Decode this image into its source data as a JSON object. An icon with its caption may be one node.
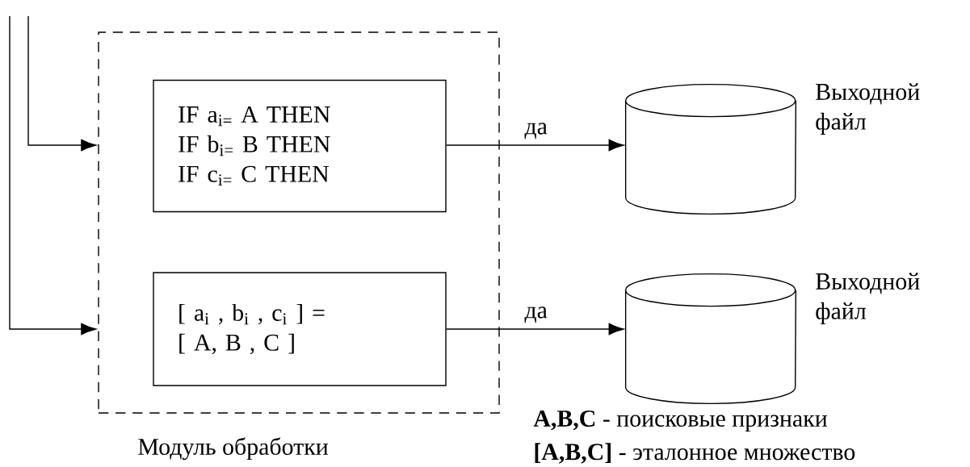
{
  "diagram": {
    "nodes": [
      {
        "text": [
          "Модуль обработки"
        ]
      },
      {
        "text": [
          "IF a$_{i=}$ A THEN",
          "IF b$_{i=}$ B THEN",
          "IF c$_{i=}$ C THEN"
        ],
        "in": 0
      },
      {
        "text": [
          "[ a$_{i}$ , b$_{i}$ , c$_{i}$ ] =",
          "[ A, B , C ]"
        ],
        "in": 0
      },
      {
        "text": [],
        "shape": "cylinder",
        "beside": [
          "Выходной файл"
        ]
      },
      {
        "text": [],
        "shape": "cylinder",
        "beside": [
          "Выходной файл"
        ]
      }
    ],
    "edges": [
      {
        "from": null,
        "to": 0,
        "arrow": "to"
      },
      {
        "from": null,
        "to": 0,
        "arrow": "to"
      },
      {
        "from": 1,
        "to": 3,
        "arrow": "to",
        "label": "да"
      },
      {
        "from": 2,
        "to": 4,
        "arrow": "to",
        "label": "да"
      }
    ],
    "labels": [
      "**A,B,C** - поисковые признаки",
      "**[A,B,C]** - эталонное множество"
    ]
  }
}
